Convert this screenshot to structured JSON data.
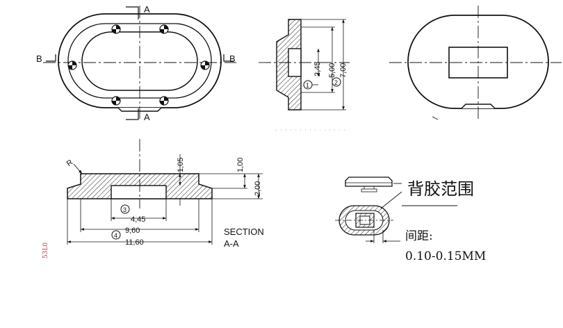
{
  "top_view": {
    "section_a_top": "A",
    "section_a_bottom": "A",
    "section_b_left": "B",
    "section_b_right": "B"
  },
  "side_view": {
    "dim_245": "2,45",
    "dim_500": "5,00",
    "dim_700": "7,00",
    "callout_1": "1",
    "callout_2": "2"
  },
  "section_view": {
    "radius_label": "R",
    "dim_105": "1,05",
    "dim_100": "1,00",
    "dim_200": "2,00",
    "dim_445": "4,45",
    "dim_960": "9,60",
    "dim_1160": "11,60",
    "callout_3": "3",
    "callout_4": "4",
    "section_title_1": "SECTION",
    "section_title_2": "A-A"
  },
  "adhesive_note": {
    "title": "背胶范围",
    "spacing_label": "间距:",
    "spacing_value": "0.10-0.15MM"
  },
  "side_stamp": "53L0"
}
